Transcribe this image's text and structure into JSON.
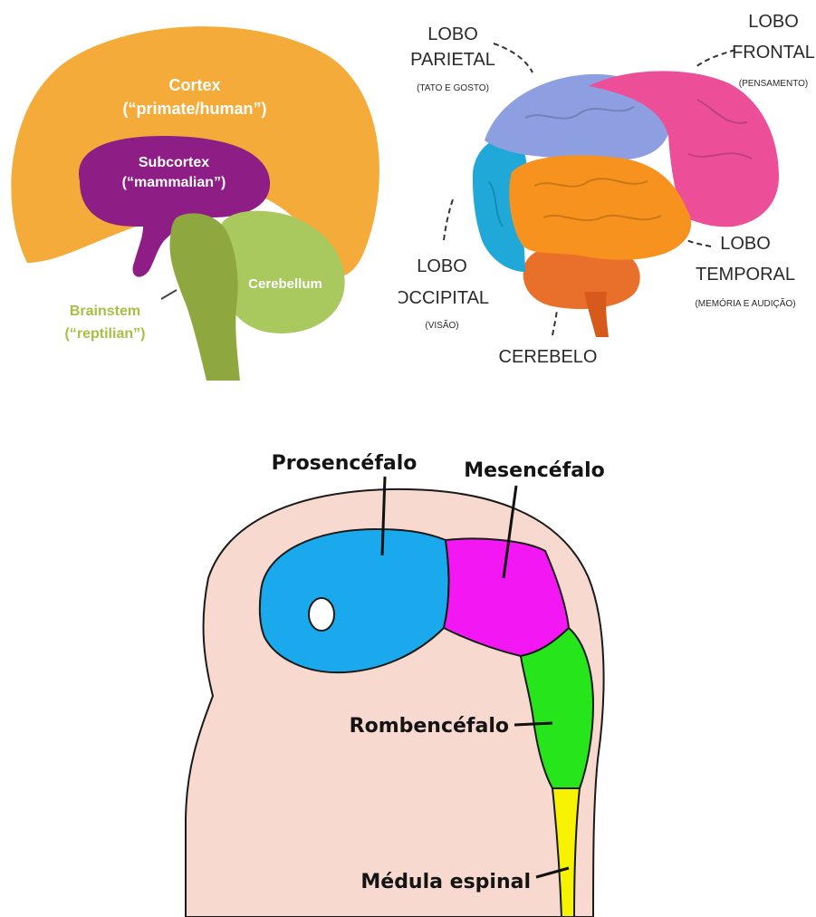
{
  "triune_brain": {
    "cortex": {
      "line1": "Cortex",
      "line2": "(“primate/human”)",
      "color": "#f5ab3a"
    },
    "subcortex": {
      "line1": "Subcortex",
      "line2": "(“mammalian”)",
      "color": "#8f1d86"
    },
    "cerebellum": {
      "label": "Cerebellum",
      "color": "#a9c95f"
    },
    "brainstem": {
      "line1": "Brainstem",
      "line2": "(“reptilian”)",
      "color": "#8ea83f"
    }
  },
  "brain_lobes": {
    "parietal": {
      "l1": "LOBO",
      "l2": "PARIETAL",
      "l3": "(TATO E GOSTO)",
      "color": "#8d9fe0"
    },
    "frontal": {
      "l1": "LOBO",
      "l2": "FRONTAL",
      "l3": "(PENSAMENTO)",
      "color": "#ec4f97"
    },
    "occipital": {
      "l1": "LOBO",
      "l2": "OCCIPITAL",
      "l3": "(VISÃO)",
      "color": "#20a8d8"
    },
    "temporal": {
      "l1": "LOBO",
      "l2": "TEMPORAL",
      "l3": "(MEMÓRIA E AUDIÇÃO)",
      "color": "#f7921e"
    },
    "cerebelo": {
      "label": "CEREBELO",
      "color": "#e8702a"
    }
  },
  "embryo": {
    "prosencefalo": {
      "label": "Prosencéfalo",
      "color": "#1aa9ec"
    },
    "mesencefalo": {
      "label": "Mesencéfalo",
      "color": "#f318f3"
    },
    "rombencefalo": {
      "label": "Rombencéfalo",
      "color": "#26e51a"
    },
    "medula": {
      "label": "Médula espinal",
      "color": "#f6f200"
    },
    "background_color": "#f7d9cf"
  }
}
